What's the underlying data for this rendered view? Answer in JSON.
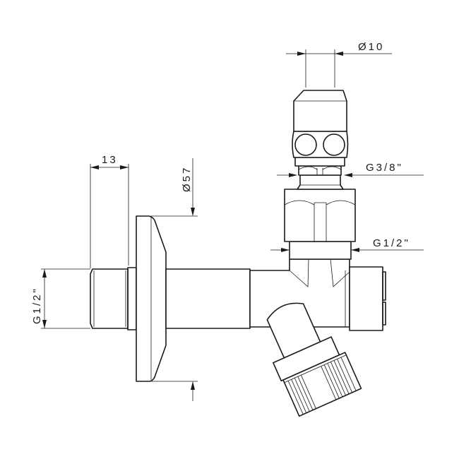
{
  "drawing": {
    "line_color": "#1a1a1a",
    "background": "#ffffff",
    "dimensions": {
      "outlet_diameter": "Ø10",
      "outlet_thread": "G3/8\"",
      "inlet_upper_thread": "G1/2\"",
      "inlet_thread": "G1/2\"",
      "thread_length": "13",
      "flange_diameter": "Ø57"
    }
  }
}
